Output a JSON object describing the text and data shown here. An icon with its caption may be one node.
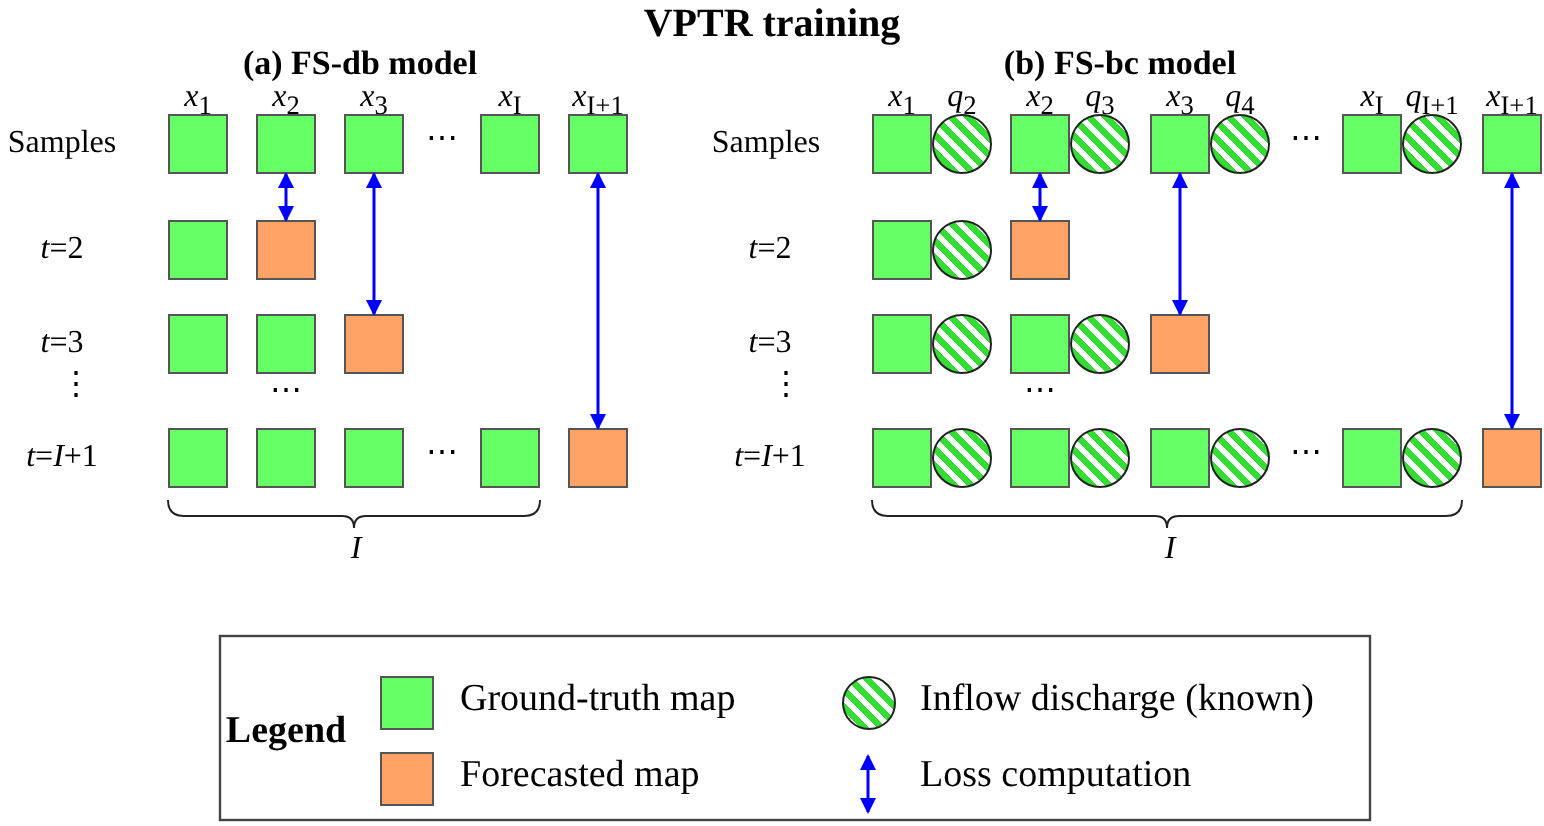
{
  "diagram": {
    "title": "VPTR training",
    "nodes": [
      {
        "text": [],
        "shape": "box"
      },
      {
        "text": [],
        "shape": "box"
      },
      {
        "text": [],
        "shape": "box"
      },
      {
        "text": [],
        "shape": "box"
      },
      {
        "text": [],
        "shape": "box"
      },
      {
        "text": [],
        "shape": "box"
      },
      {
        "text": [],
        "shape": "circle"
      },
      {
        "text": [],
        "shape": "box"
      },
      {
        "text": [],
        "shape": "circle"
      },
      {
        "text": [],
        "shape": "box"
      },
      {
        "text": [],
        "shape": "circle"
      },
      {
        "text": [],
        "shape": "box"
      },
      {
        "text": [],
        "shape": "circle"
      },
      {
        "text": [],
        "shape": "box"
      },
      {
        "text": [],
        "shape": "box"
      },
      {
        "text": [],
        "shape": "box"
      },
      {
        "text": [],
        "shape": "box"
      },
      {
        "text": [],
        "shape": "circle"
      },
      {
        "text": [],
        "shape": "box"
      },
      {
        "text": [],
        "shape": "box"
      },
      {
        "text": [],
        "shape": "box"
      },
      {
        "text": [],
        "shape": "box"
      },
      {
        "text": [],
        "shape": "box"
      },
      {
        "text": [],
        "shape": "circle"
      },
      {
        "text": [],
        "shape": "box"
      },
      {
        "text": [],
        "shape": "circle"
      },
      {
        "text": [],
        "shape": "box"
      },
      {
        "text": [],
        "shape": "box"
      },
      {
        "text": [],
        "shape": "box"
      },
      {
        "text": [],
        "shape": "box"
      },
      {
        "text": [],
        "shape": "box"
      },
      {
        "text": [],
        "shape": "box"
      },
      {
        "text": [],
        "shape": "box"
      },
      {
        "text": [],
        "shape": "circle"
      },
      {
        "text": [],
        "shape": "box"
      },
      {
        "text": [],
        "shape": "circle"
      },
      {
        "text": [],
        "shape": "box"
      },
      {
        "text": [],
        "shape": "circle"
      },
      {
        "text": [],
        "shape": "box"
      },
      {
        "text": [],
        "shape": "circle"
      },
      {
        "text": [],
        "shape": "box"
      }
    ],
    "edges": [
      {
        "from": 1,
        "to": 15,
        "arrow": "both"
      },
      {
        "from": 2,
        "to": 21,
        "arrow": "both"
      },
      {
        "from": 4,
        "to": 31,
        "arrow": "both"
      },
      {
        "from": 7,
        "to": 18,
        "arrow": "both"
      },
      {
        "from": 9,
        "to": 26,
        "arrow": "both"
      },
      {
        "from": 13,
        "to": 40,
        "arrow": "both"
      }
    ],
    "labels": [
      "(a) FS-db model",
      "(b) FS-bc model",
      "*x*$_{1}$",
      "*x*$_{2}$",
      "*x*$_{3}$",
      "*x*$_{I}$",
      "*x*$_{I+1}$",
      "*x*$_{1}$",
      "*q*$_{2}$",
      "*x*$_{2}$",
      "*q*$_{3}$",
      "*x*$_{3}$",
      "*q*$_{4}$",
      "*x*$_{I}$",
      "*q*$_{I+1}$",
      "*x*$_{I+1}$",
      "Samples",
      "⋯",
      "Samples",
      "⋯",
      "*t*=2",
      "*t*=2",
      "*t*=3",
      "*t*=3",
      "⋮",
      "⋯",
      "⋮",
      "⋯",
      "*t*=*I*+1",
      "⋯",
      "*t*=*I*+1",
      "⋯",
      "*I*",
      "*I*",
      "Legend"
    ],
    "legend": [
      {
        "text": "Ground-truth map",
        "color": "#66ff66"
      },
      {
        "text": "Forecasted map",
        "color": "#ffa366"
      },
      {
        "text": "Inflow discharge (known)"
      },
      {
        "text": "Loss computation"
      }
    ]
  }
}
